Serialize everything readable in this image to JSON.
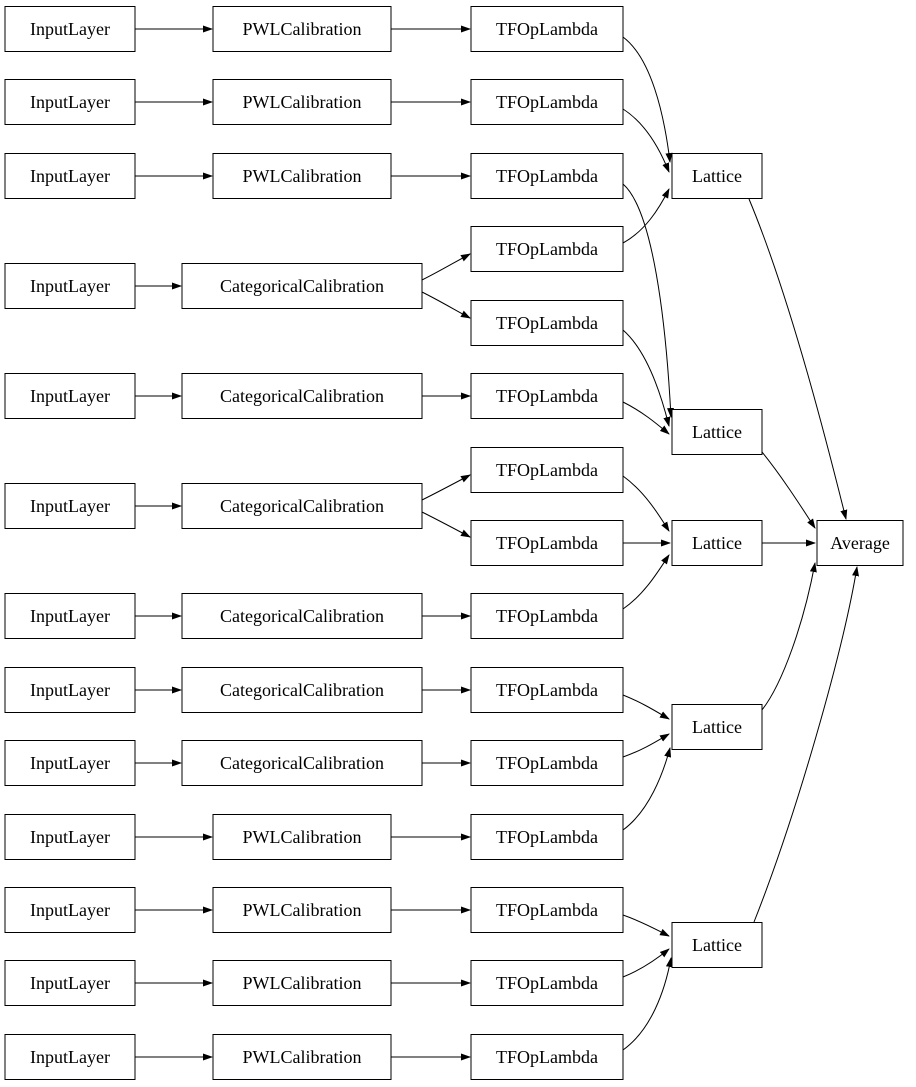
{
  "diagram": {
    "type": "keras-model-graph",
    "colors": {
      "background": "#ffffff",
      "node_fill": "#ffffff",
      "node_border": "#000000",
      "edge": "#000000",
      "text": "#000000"
    }
  },
  "nodes": {
    "inputs": [
      "InputLayer",
      "InputLayer",
      "InputLayer",
      "InputLayer",
      "InputLayer",
      "InputLayer",
      "InputLayer",
      "InputLayer",
      "InputLayer",
      "InputLayer",
      "InputLayer",
      "InputLayer",
      "InputLayer"
    ],
    "calibrations": [
      "PWLCalibration",
      "PWLCalibration",
      "PWLCalibration",
      "CategoricalCalibration",
      "CategoricalCalibration",
      "CategoricalCalibration",
      "CategoricalCalibration",
      "CategoricalCalibration",
      "CategoricalCalibration",
      "PWLCalibration",
      "PWLCalibration",
      "PWLCalibration",
      "PWLCalibration"
    ],
    "lambdas": [
      "TFOpLambda",
      "TFOpLambda",
      "TFOpLambda",
      "TFOpLambda",
      "TFOpLambda",
      "TFOpLambda",
      "TFOpLambda",
      "TFOpLambda",
      "TFOpLambda",
      "TFOpLambda",
      "TFOpLambda",
      "TFOpLambda",
      "TFOpLambda",
      "TFOpLambda",
      "TFOpLambda"
    ],
    "lattices": [
      "Lattice",
      "Lattice",
      "Lattice",
      "Lattice",
      "Lattice"
    ],
    "output": "Average"
  },
  "edges": [
    [
      "input_0",
      "calib_0"
    ],
    [
      "input_1",
      "calib_1"
    ],
    [
      "input_2",
      "calib_2"
    ],
    [
      "input_3",
      "calib_3"
    ],
    [
      "input_4",
      "calib_4"
    ],
    [
      "input_5",
      "calib_5"
    ],
    [
      "input_6",
      "calib_6"
    ],
    [
      "input_7",
      "calib_7"
    ],
    [
      "input_8",
      "calib_8"
    ],
    [
      "input_9",
      "calib_9"
    ],
    [
      "input_10",
      "calib_10"
    ],
    [
      "input_11",
      "calib_11"
    ],
    [
      "input_12",
      "calib_12"
    ],
    [
      "calib_0",
      "lambda_0"
    ],
    [
      "calib_1",
      "lambda_1"
    ],
    [
      "calib_2",
      "lambda_2"
    ],
    [
      "calib_3",
      "lambda_3"
    ],
    [
      "calib_3",
      "lambda_4"
    ],
    [
      "calib_4",
      "lambda_5"
    ],
    [
      "calib_5",
      "lambda_6"
    ],
    [
      "calib_5",
      "lambda_7"
    ],
    [
      "calib_6",
      "lambda_8"
    ],
    [
      "calib_7",
      "lambda_9"
    ],
    [
      "calib_8",
      "lambda_10"
    ],
    [
      "calib_9",
      "lambda_11"
    ],
    [
      "calib_10",
      "lambda_12"
    ],
    [
      "calib_11",
      "lambda_13"
    ],
    [
      "calib_12",
      "lambda_14"
    ],
    [
      "lambda_0",
      "lattice_0"
    ],
    [
      "lambda_1",
      "lattice_0"
    ],
    [
      "lambda_3",
      "lattice_0"
    ],
    [
      "lambda_2",
      "lattice_1"
    ],
    [
      "lambda_4",
      "lattice_1"
    ],
    [
      "lambda_5",
      "lattice_1"
    ],
    [
      "lambda_6",
      "lattice_2"
    ],
    [
      "lambda_7",
      "lattice_2"
    ],
    [
      "lambda_8",
      "lattice_2"
    ],
    [
      "lambda_9",
      "lattice_3"
    ],
    [
      "lambda_10",
      "lattice_3"
    ],
    [
      "lambda_11",
      "lattice_3"
    ],
    [
      "lambda_12",
      "lattice_4"
    ],
    [
      "lambda_13",
      "lattice_4"
    ],
    [
      "lambda_14",
      "lattice_4"
    ],
    [
      "lattice_0",
      "average"
    ],
    [
      "lattice_1",
      "average"
    ],
    [
      "lattice_2",
      "average"
    ],
    [
      "lattice_3",
      "average"
    ],
    [
      "lattice_4",
      "average"
    ]
  ]
}
